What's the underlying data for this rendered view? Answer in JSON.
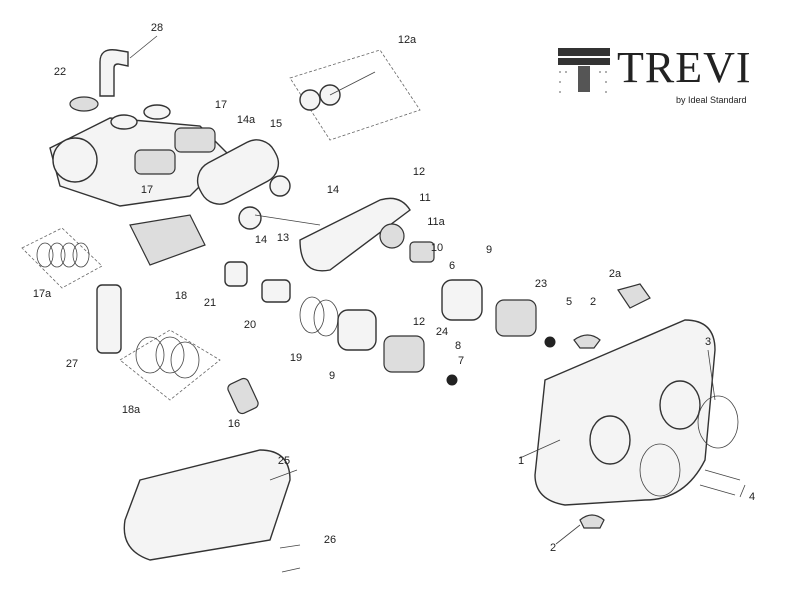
{
  "logo": {
    "brand": "TREVI",
    "subtitle": "by Ideal Standard"
  },
  "labels": [
    "28",
    "12a",
    "22",
    "17",
    "14a",
    "15",
    "17",
    "12",
    "11",
    "14",
    "11a",
    "13",
    "14",
    "10",
    "9",
    "6",
    "23",
    "2a",
    "17a",
    "18",
    "21",
    "20",
    "12",
    "5",
    "2",
    "3",
    "24",
    "19",
    "8",
    "7",
    "27",
    "9",
    "18a",
    "16",
    "1",
    "25",
    "4",
    "26",
    "2"
  ]
}
